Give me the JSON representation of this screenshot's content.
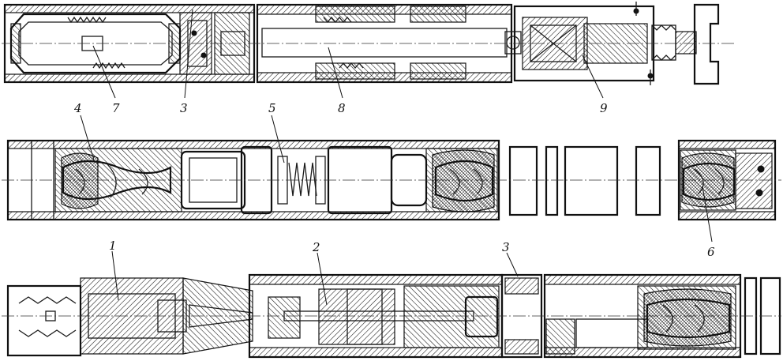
{
  "callouts": {
    "c1": "1",
    "c2": "2",
    "c3_top": "3",
    "c3_bottom": "3",
    "c4": "4",
    "c5": "5",
    "c6": "6",
    "c7": "7",
    "c8": "8",
    "c9": "9"
  }
}
